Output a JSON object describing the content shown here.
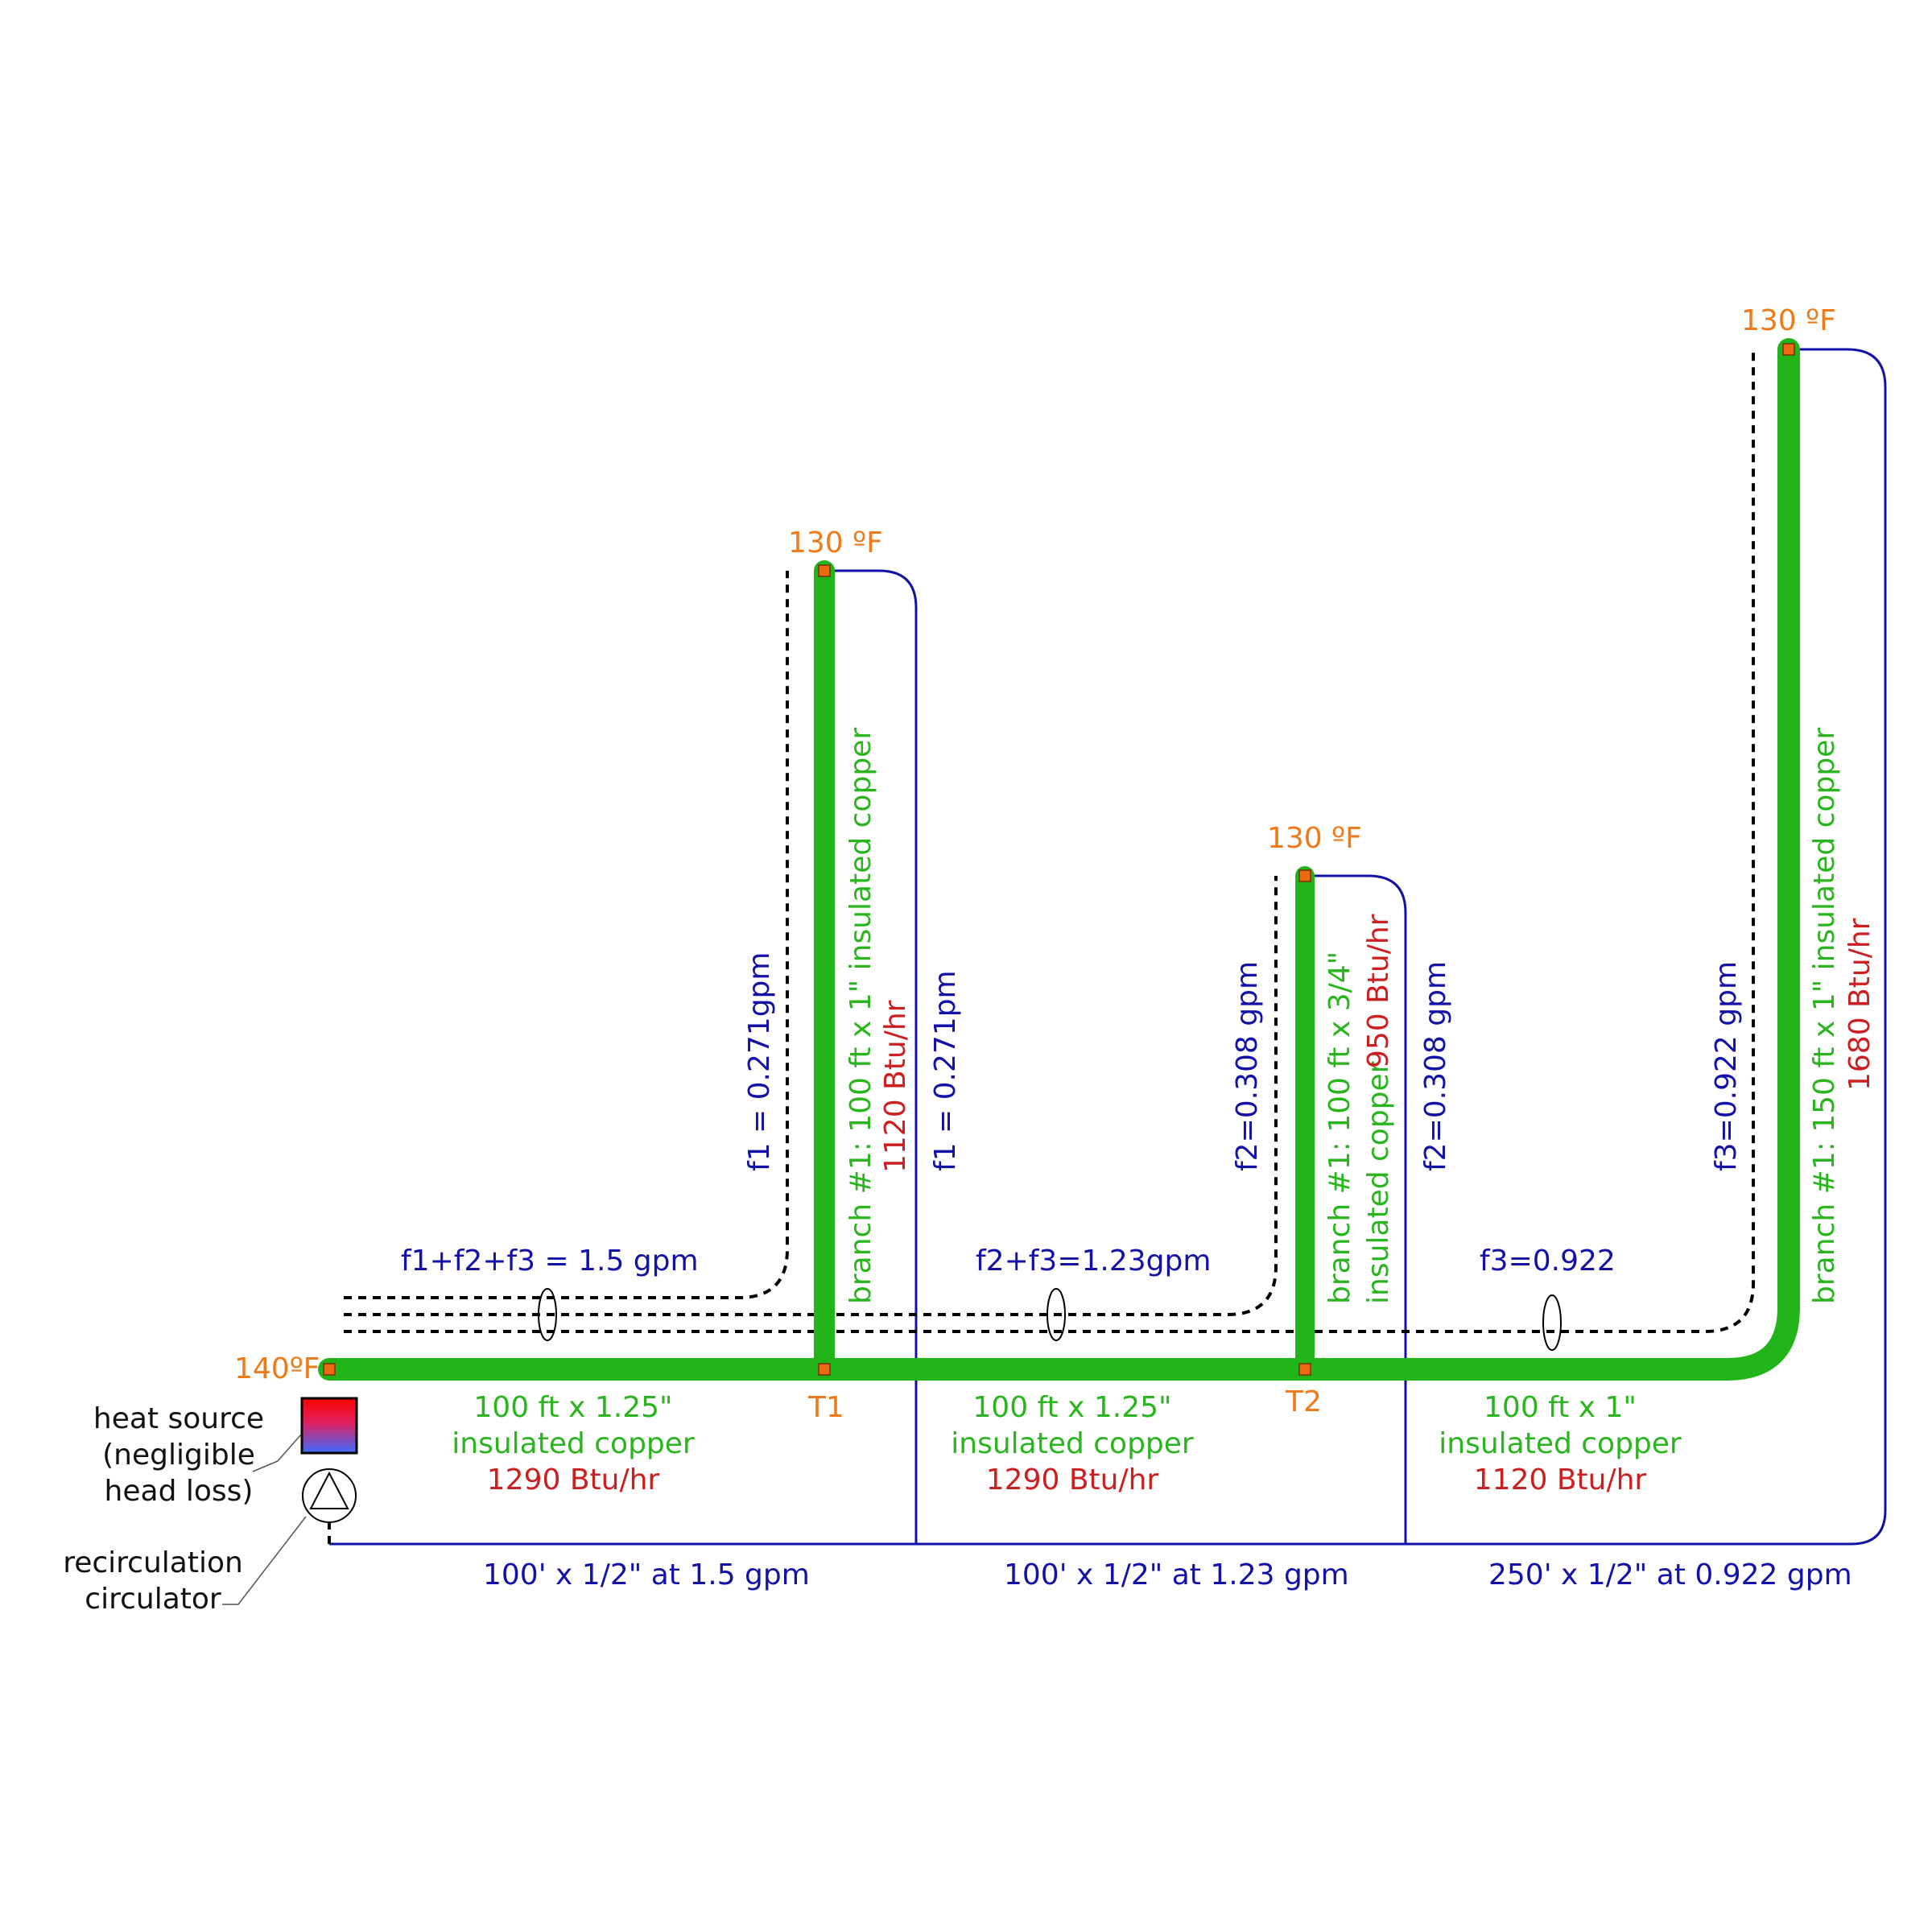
{
  "colors": {
    "temperature": "#ee7a1a",
    "pipe": "#22b51a",
    "heat_loss": "#cc1f1f",
    "flow_return": "#1212a8",
    "text": "#111111"
  },
  "temperatures": {
    "source": "140ºF",
    "branch1_top": "130 ºF",
    "branch2_top": "130 ºF",
    "branch3_top": "130 ºF"
  },
  "tees": {
    "t1": "T1",
    "t2": "T2"
  },
  "main_segments": [
    {
      "size": "100 ft x 1.25\"",
      "material": "insulated copper",
      "loss": "1290 Btu/hr"
    },
    {
      "size": "100 ft x 1.25\"",
      "material": "insulated copper",
      "loss": "1290 Btu/hr"
    },
    {
      "size": "100 ft x 1\"",
      "material": "insulated copper",
      "loss": "1120 Btu/hr"
    }
  ],
  "branches": [
    {
      "label": "branch #1: 100 ft x 1\" insulated copper",
      "loss": "1120 Btu/hr",
      "supply_flow": "f1 = 0.271gpm",
      "return_flow": "f1 = 0.271pm"
    },
    {
      "label_line1": "branch #1: 100 ft x 3/4\"",
      "label_line2": "insulated copper",
      "loss": "950 Btu/hr",
      "supply_flow": "f2=0.308 gpm",
      "return_flow": "f2=0.308 gpm"
    },
    {
      "label": "branch #1: 150 ft x 1\" insulated copper",
      "loss": "1680 Btu/hr",
      "supply_flow": "f3=0.922 gpm"
    }
  ],
  "supply_flows": {
    "seg1": "f1+f2+f3 = 1.5 gpm",
    "seg2": "f2+f3=1.23gpm",
    "seg3": "f3=0.922"
  },
  "return_segments": [
    "100' x 1/2\" at 1.5 gpm",
    "100' x 1/2\" at 1.23 gpm",
    "250' x 1/2\" at 0.922 gpm"
  ],
  "equipment": {
    "heat_source_line1": "heat source",
    "heat_source_line2": "(negligible",
    "heat_source_line3": "head loss)",
    "circulator_line1": "recirculation",
    "circulator_line2": "circulator"
  }
}
